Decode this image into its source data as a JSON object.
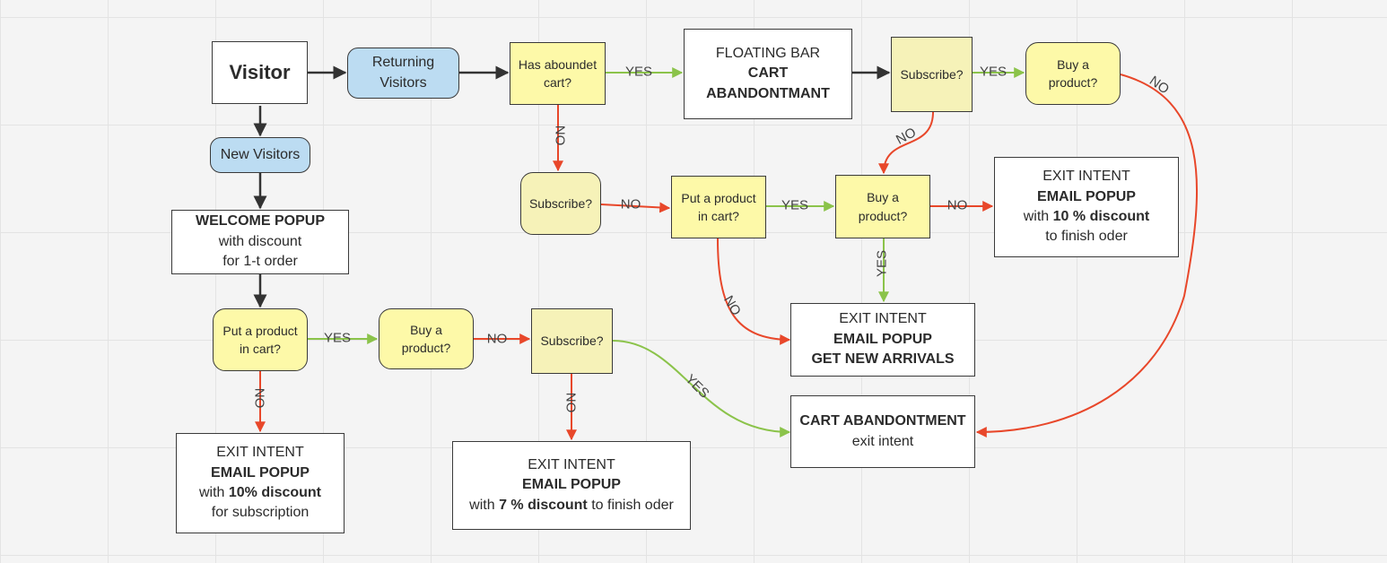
{
  "nodes": {
    "visitor": {
      "title": "Visitor"
    },
    "returning": {
      "l1": "Returning",
      "l2": "Visitors"
    },
    "new_visitors": {
      "label": "New Visitors"
    },
    "has_cart": {
      "l1": "Has aboundet",
      "l2": "cart?"
    },
    "floating": {
      "l1": "FLOATING BAR",
      "l2": "CART",
      "l3": "ABANDONTMANT"
    },
    "subscribe_top": {
      "label": "Subscribe?"
    },
    "buy_top": {
      "l1": "Buy a",
      "l2": "product?"
    },
    "subscribe_mid": {
      "label": "Subscribe?"
    },
    "put_mid": {
      "l1": "Put a product",
      "l2": "in cart?"
    },
    "buy_mid": {
      "l1": "Buy a",
      "l2": "product?"
    },
    "exit_10": {
      "l1": "EXIT INTENT",
      "l2": "EMAIL POPUP",
      "l3a": "with ",
      "l3b": "10 % discount",
      "l4": "to finish oder"
    },
    "welcome": {
      "l1": "WELCOME POPUP",
      "l2": "with discount",
      "l3": "for 1-t order"
    },
    "put_low": {
      "l1": "Put a product",
      "l2": "in cart?"
    },
    "buy_low": {
      "l1": "Buy a",
      "l2": "product?"
    },
    "subscribe_low": {
      "label": "Subscribe?"
    },
    "exit_arrivals": {
      "l1": "EXIT INTENT",
      "l2": "EMAIL POPUP",
      "l3": "GET NEW ARRIVALS"
    },
    "cart_exit": {
      "l1": "CART ABANDONTMENT",
      "l2": "exit intent"
    },
    "exit_sub10": {
      "l1": "EXIT INTENT",
      "l2": "EMAIL POPUP",
      "l3a": "with ",
      "l3b": "10% discount",
      "l4": "for subscription"
    },
    "exit_7": {
      "l1": "EXIT INTENT",
      "l2": "EMAIL POPUP",
      "l3a": "with ",
      "l3b": "7 % discount",
      "l3c": " to finish oder"
    }
  },
  "edge_labels": {
    "yes": "YES",
    "no": "NO"
  },
  "colors": {
    "flow": "#333333",
    "yes": "#8bc34a",
    "no": "#e8472a",
    "decision_fill": "#fdf9a8",
    "visitor_fill": "#bcdcf2"
  }
}
